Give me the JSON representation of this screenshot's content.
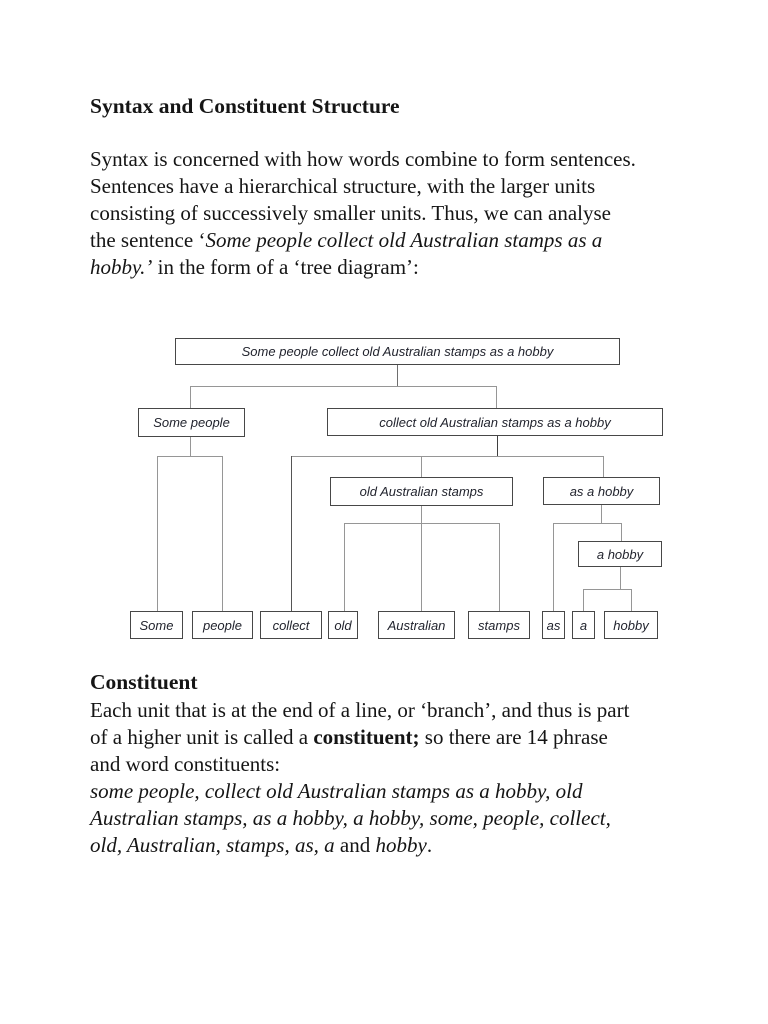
{
  "page_title": "Syntax and Constituent Structure",
  "intro": [
    [
      {
        "t": "Syntax is concerned with how words combine to form sentences."
      }
    ],
    [
      {
        "t": "Sentences have a hierarchical structure, with the larger units"
      }
    ],
    [
      {
        "t": "consisting of successively smaller units. Thus, we can analyse"
      }
    ],
    [
      {
        "t": "the sentence ‘"
      },
      {
        "s": "i",
        "t": "Some people collect old Australian stamps as a"
      }
    ],
    [
      {
        "s": "i",
        "t": "hobby.’"
      },
      {
        "t": " in the form of a ‘tree diagram’:"
      }
    ]
  ],
  "constituent_section": {
    "heading": "Constituent",
    "body": [
      [
        {
          "t": "Each unit that is at the end of a line, or ‘branch’, and thus is part"
        }
      ],
      [
        {
          "t": "of a higher unit is called a "
        },
        {
          "s": "b",
          "t": "constituent;"
        },
        {
          "t": " so there are 14 phrase"
        }
      ],
      [
        {
          "t": "and word constituents:"
        }
      ],
      [
        {
          "s": "i",
          "t": "some people, collect old Australian stamps as a hobby, old"
        }
      ],
      [
        {
          "s": "i",
          "t": "Australian stamps, as a hobby, a hobby, some, people, collect,"
        }
      ],
      [
        {
          "s": "i",
          "t": "old, Australian, stamps, as, a "
        },
        {
          "t": "and "
        },
        {
          "s": "i",
          "t": "hobby"
        },
        {
          "t": "."
        }
      ]
    ]
  },
  "tree": {
    "nodes": {
      "sentence": "Some people collect old Australian stamps as a hobby",
      "np_some_people": "Some people",
      "vp_collect": "collect old Australian stamps as a hobby",
      "np_old_stamps": "old Australian stamps",
      "pp_as_hobby": "as a hobby",
      "np_a_hobby": "a hobby",
      "w_some": "Some",
      "w_people": "people",
      "w_collect": "collect",
      "w_old": "old",
      "w_australian": "Australian",
      "w_stamps": "stamps",
      "w_as": "as",
      "w_a": "a",
      "w_hobby": "hobby"
    }
  }
}
